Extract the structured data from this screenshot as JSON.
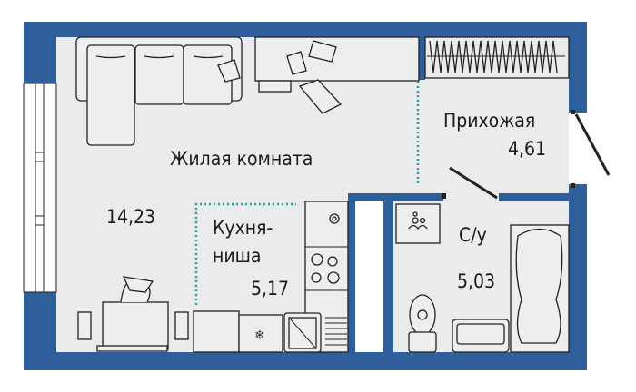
{
  "colors": {
    "wall": "#2f5f9a",
    "floor": "#e9ebec",
    "zone_divider": "#2aa198"
  },
  "rooms": [
    {
      "name": "Жилая комната",
      "area": "14,23"
    },
    {
      "name": "Кухня-ниша",
      "name_line1": "Кухня-",
      "name_line2": "ниша",
      "area": "5,17"
    },
    {
      "name": "Прихожая",
      "area": "4,61"
    },
    {
      "name": "С/у",
      "area": "5,03"
    }
  ]
}
